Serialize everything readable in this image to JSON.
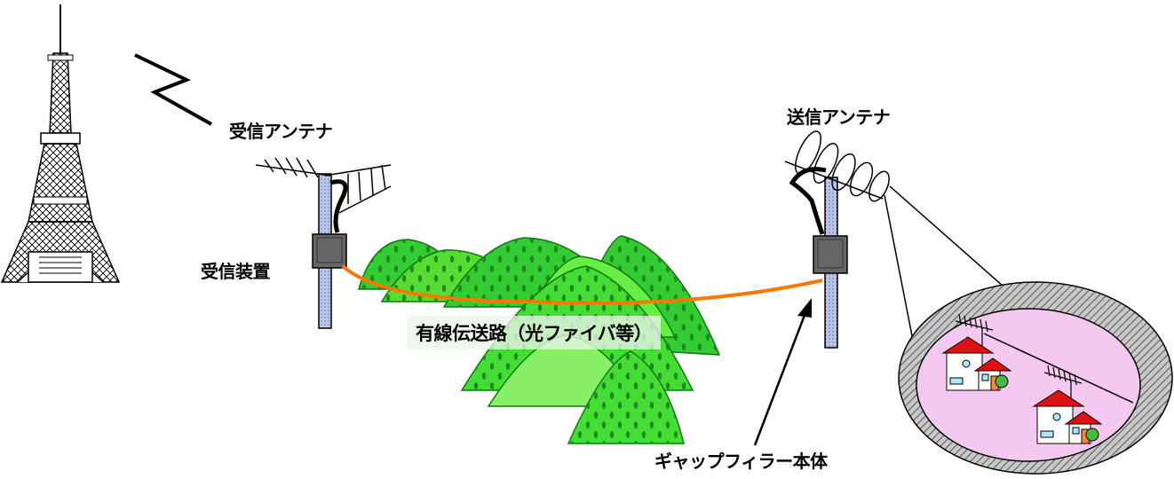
{
  "labels": {
    "receiving_antenna": "受信アンテナ",
    "transmitting_antenna": "送信アンテナ",
    "receiving_device": "受信装置",
    "wired_transmission_line": "有線伝送路（光ファイバ等）",
    "gap_filler_unit": "ギャップフィラー本体"
  },
  "colors": {
    "mountain_green": "#33cc33",
    "mountain_light": "#77ee55",
    "mountain_dots": "#1f8a1f",
    "cable_orange": "#ff7700",
    "pole_blue": "#b8c4e8",
    "coverage_pink": "#f5c8f0",
    "coverage_ring": "#777777",
    "house_roof": "#dd1111",
    "device_gray": "#666666"
  },
  "icons": [
    "tv-tower-icon",
    "radio-wave-zigzag-icon",
    "yagi-antenna-icon",
    "helical-antenna-icon",
    "house-icon",
    "tree-icon"
  ]
}
